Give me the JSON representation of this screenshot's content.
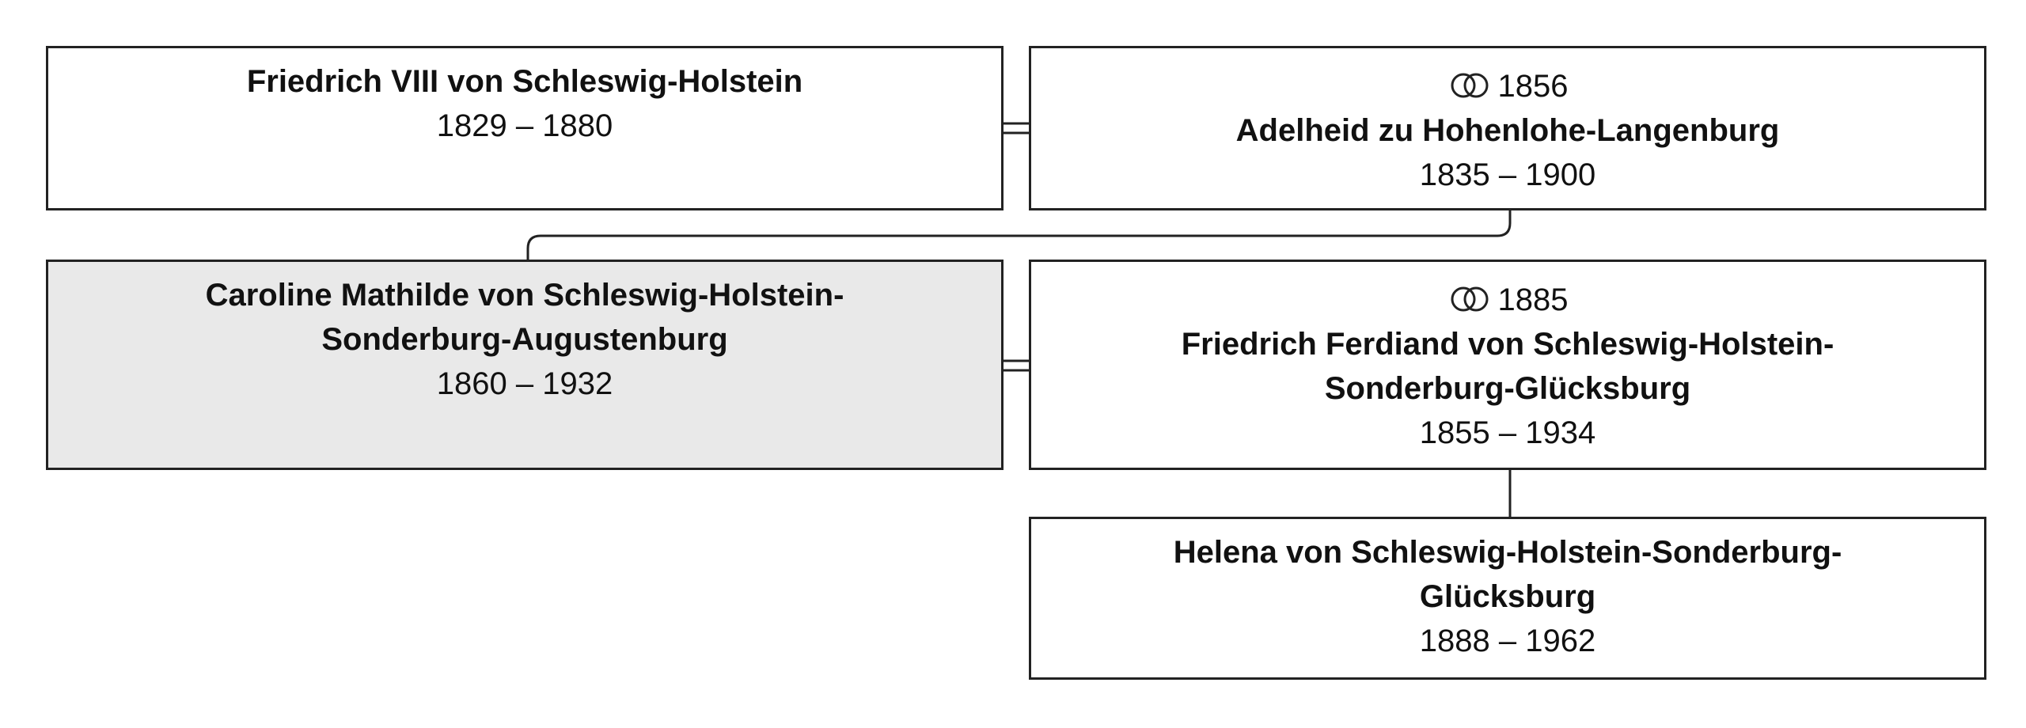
{
  "colors": {
    "border": "#222222",
    "highlight_background": "#e9e9e9",
    "background": "#ffffff"
  },
  "persons": {
    "friedrich_viii": {
      "name": "Friedrich VIII von Schleswig-Holstein",
      "dates": "1829 – 1880"
    },
    "adelheid": {
      "marriage_year": "1856",
      "name": "Adelheid zu Hohenlohe-Langenburg",
      "dates": "1835 – 1900"
    },
    "caroline_mathilde": {
      "name_line1": "Caroline Mathilde von Schleswig-Holstein-",
      "name_line2": "Sonderburg-Augustenburg",
      "dates": "1860 – 1932"
    },
    "friedrich_ferdinand": {
      "marriage_year": "1885",
      "name_line1": "Friedrich Ferdiand von Schleswig-Holstein-",
      "name_line2": "Sonderburg-Glücksburg",
      "dates": "1855 – 1934"
    },
    "helena": {
      "name_line1": "Helena von Schleswig-Holstein-Sonderburg-",
      "name_line2": "Glücksburg",
      "dates": "1888 – 1962"
    }
  },
  "icons": {
    "marriage": "marriage-rings-icon"
  }
}
